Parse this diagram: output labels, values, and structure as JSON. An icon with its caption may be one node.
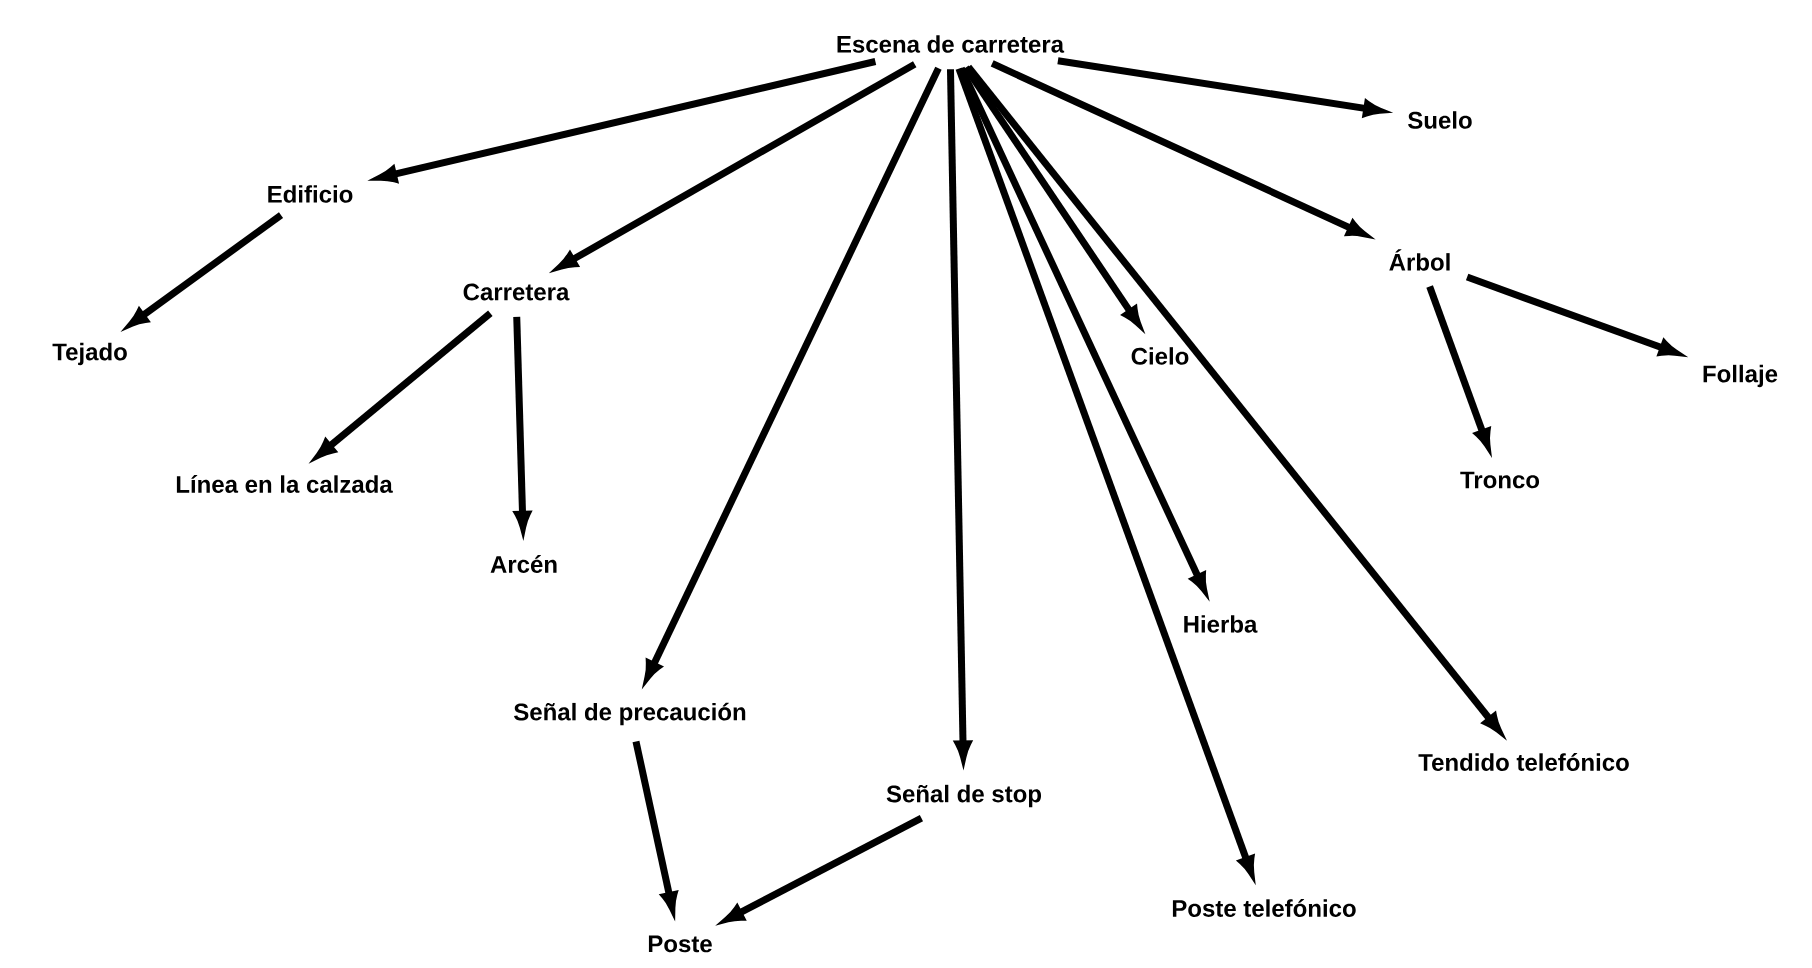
{
  "diagram": {
    "nodes": [
      {
        "text": [
          "Escena de carretera"
        ]
      },
      {
        "text": [
          "Edificio"
        ]
      },
      {
        "text": [
          "Suelo"
        ]
      },
      {
        "text": [
          "Tejado"
        ]
      },
      {
        "text": [
          "Carretera"
        ]
      },
      {
        "text": [
          "Árbol"
        ]
      },
      {
        "text": [
          "Cielo"
        ]
      },
      {
        "text": [
          "Follaje"
        ]
      },
      {
        "text": [
          "Línea en la calzada"
        ]
      },
      {
        "text": [
          "Tronco"
        ]
      },
      {
        "text": [
          "Arcén"
        ]
      },
      {
        "text": [
          "Hierba"
        ]
      },
      {
        "text": [
          "Señal de precaución"
        ]
      },
      {
        "text": [
          "Tendido telefónico"
        ]
      },
      {
        "text": [
          "Señal de stop"
        ]
      },
      {
        "text": [
          "Poste telefónico"
        ]
      },
      {
        "text": [
          "Poste"
        ]
      }
    ],
    "edges": [
      {
        "from": 0,
        "to": 1,
        "arrow": "to"
      },
      {
        "from": 0,
        "to": 4,
        "arrow": "to"
      },
      {
        "from": 0,
        "to": 12,
        "arrow": "to"
      },
      {
        "from": 0,
        "to": 14,
        "arrow": "to"
      },
      {
        "from": 0,
        "to": 15,
        "arrow": "to"
      },
      {
        "from": 0,
        "to": 11,
        "arrow": "to"
      },
      {
        "from": 0,
        "to": 6,
        "arrow": "to"
      },
      {
        "from": 0,
        "to": 13,
        "arrow": "to"
      },
      {
        "from": 0,
        "to": 5,
        "arrow": "to"
      },
      {
        "from": 0,
        "to": 2,
        "arrow": "to"
      },
      {
        "from": 1,
        "to": 3,
        "arrow": "to"
      },
      {
        "from": 4,
        "to": 8,
        "arrow": "to"
      },
      {
        "from": 4,
        "to": 10,
        "arrow": "to"
      },
      {
        "from": 5,
        "to": 9,
        "arrow": "to"
      },
      {
        "from": 5,
        "to": 7,
        "arrow": "to"
      },
      {
        "from": 12,
        "to": 16,
        "arrow": "to"
      },
      {
        "from": 14,
        "to": 16,
        "arrow": "to"
      }
    ]
  }
}
